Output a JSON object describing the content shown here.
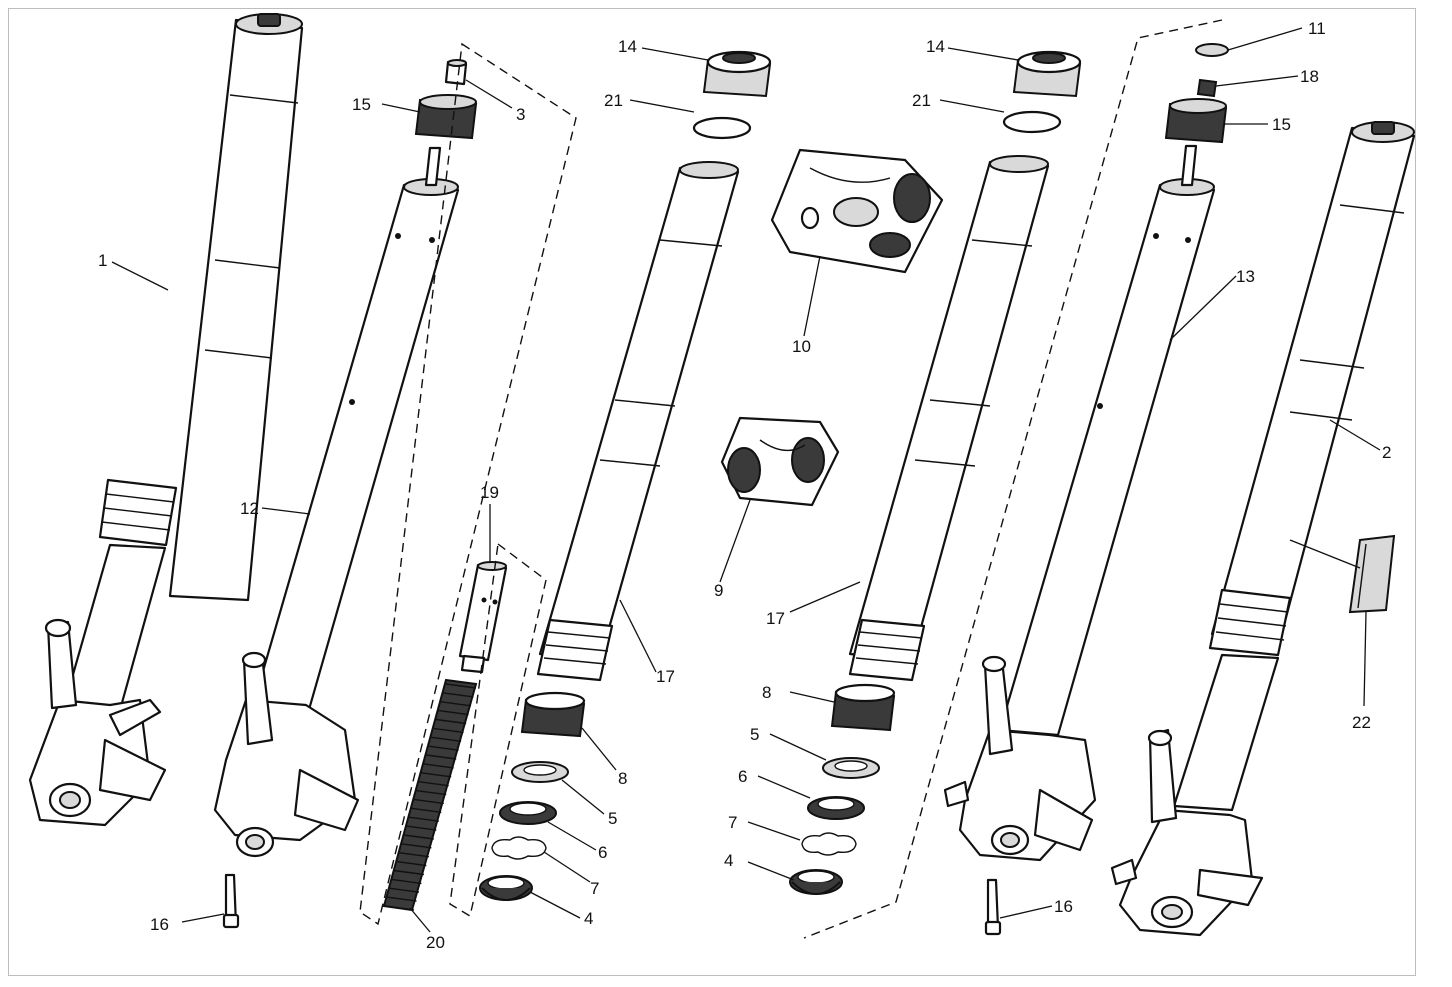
{
  "diagram": {
    "labels": [
      {
        "id": "lbl-1",
        "text": "1"
      },
      {
        "id": "lbl-2",
        "text": "2"
      },
      {
        "id": "lbl-3",
        "text": "3"
      },
      {
        "id": "lbl-4a",
        "text": "4"
      },
      {
        "id": "lbl-4b",
        "text": "4"
      },
      {
        "id": "lbl-5a",
        "text": "5"
      },
      {
        "id": "lbl-5b",
        "text": "5"
      },
      {
        "id": "lbl-6a",
        "text": "6"
      },
      {
        "id": "lbl-6b",
        "text": "6"
      },
      {
        "id": "lbl-7a",
        "text": "7"
      },
      {
        "id": "lbl-7b",
        "text": "7"
      },
      {
        "id": "lbl-8a",
        "text": "8"
      },
      {
        "id": "lbl-8b",
        "text": "8"
      },
      {
        "id": "lbl-9",
        "text": "9"
      },
      {
        "id": "lbl-10",
        "text": "10"
      },
      {
        "id": "lbl-11",
        "text": "11"
      },
      {
        "id": "lbl-12",
        "text": "12"
      },
      {
        "id": "lbl-13",
        "text": "13"
      },
      {
        "id": "lbl-14a",
        "text": "14"
      },
      {
        "id": "lbl-14b",
        "text": "14"
      },
      {
        "id": "lbl-15a",
        "text": "15"
      },
      {
        "id": "lbl-15b",
        "text": "15"
      },
      {
        "id": "lbl-16a",
        "text": "16"
      },
      {
        "id": "lbl-16b",
        "text": "16"
      },
      {
        "id": "lbl-17a",
        "text": "17"
      },
      {
        "id": "lbl-17b",
        "text": "17"
      },
      {
        "id": "lbl-18",
        "text": "18"
      },
      {
        "id": "lbl-19",
        "text": "19"
      },
      {
        "id": "lbl-20",
        "text": "20"
      },
      {
        "id": "lbl-21a",
        "text": "21"
      },
      {
        "id": "lbl-21b",
        "text": "21"
      },
      {
        "id": "lbl-22",
        "text": "22"
      }
    ]
  }
}
